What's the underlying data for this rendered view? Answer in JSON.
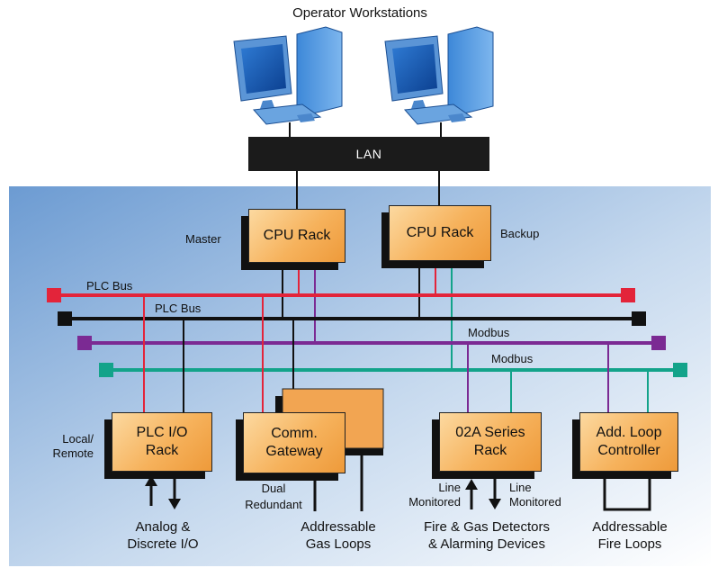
{
  "header": {
    "title": "Operator Workstations"
  },
  "lan": {
    "label": "LAN"
  },
  "cpu": {
    "master_box": "CPU Rack",
    "backup_box": "CPU Rack",
    "master_label": "Master",
    "backup_label": "Backup"
  },
  "buses": {
    "plc1": "PLC Bus",
    "plc2": "PLC Bus",
    "modbus1": "Modbus",
    "modbus2": "Modbus"
  },
  "racks": {
    "plc_io": {
      "line1": "PLC I/O",
      "line2": "Rack",
      "side1": "Local/",
      "side2": "Remote"
    },
    "gateway": {
      "line1": "Comm.",
      "line2": "Gateway",
      "note1": "Dual",
      "note2": "Redundant"
    },
    "series": {
      "line1": "02A Series",
      "line2": "Rack",
      "left1": "Line",
      "left2": "Monitored",
      "right1": "Line",
      "right2": "Monitored"
    },
    "loop": {
      "line1": "Add. Loop",
      "line2": "Controller"
    }
  },
  "captions": {
    "analog1": "Analog &",
    "analog2": "Discrete I/O",
    "gas1": "Addressable",
    "gas2": "Gas Loops",
    "fire1": "Fire & Gas Detectors",
    "fire2": "& Alarming Devices",
    "loops1": "Addressable",
    "loops2": "Fire Loops"
  },
  "colors": {
    "plc_bus_1": "#e3243a",
    "plc_bus_2": "#111111",
    "modbus_1": "#7b2a93",
    "modbus_2": "#13a38a",
    "panel_top": "#7fa9d8",
    "panel_bottom": "#ffffff"
  }
}
